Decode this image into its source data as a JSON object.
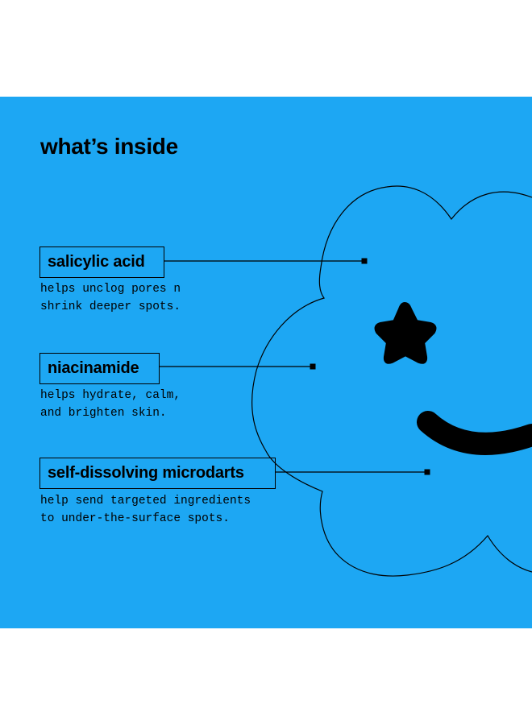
{
  "title": "what’s inside",
  "ingredients": [
    {
      "label": "salicylic acid",
      "lines": [
        "helps unclog pores n",
        "shrink deeper spots."
      ]
    },
    {
      "label": "niacinamide",
      "lines": [
        "helps hydrate, calm,",
        "and brighten skin."
      ]
    },
    {
      "label": "self-dissolving microdarts",
      "lines": [
        "help send targeted ingredients",
        "to under-the-surface spots."
      ]
    }
  ],
  "colors": {
    "background": "#1da7f3",
    "ink": "#000000",
    "page": "#ffffff"
  },
  "icons": [
    "cloud-outline-icon",
    "star-icon",
    "smile-arc-icon"
  ]
}
